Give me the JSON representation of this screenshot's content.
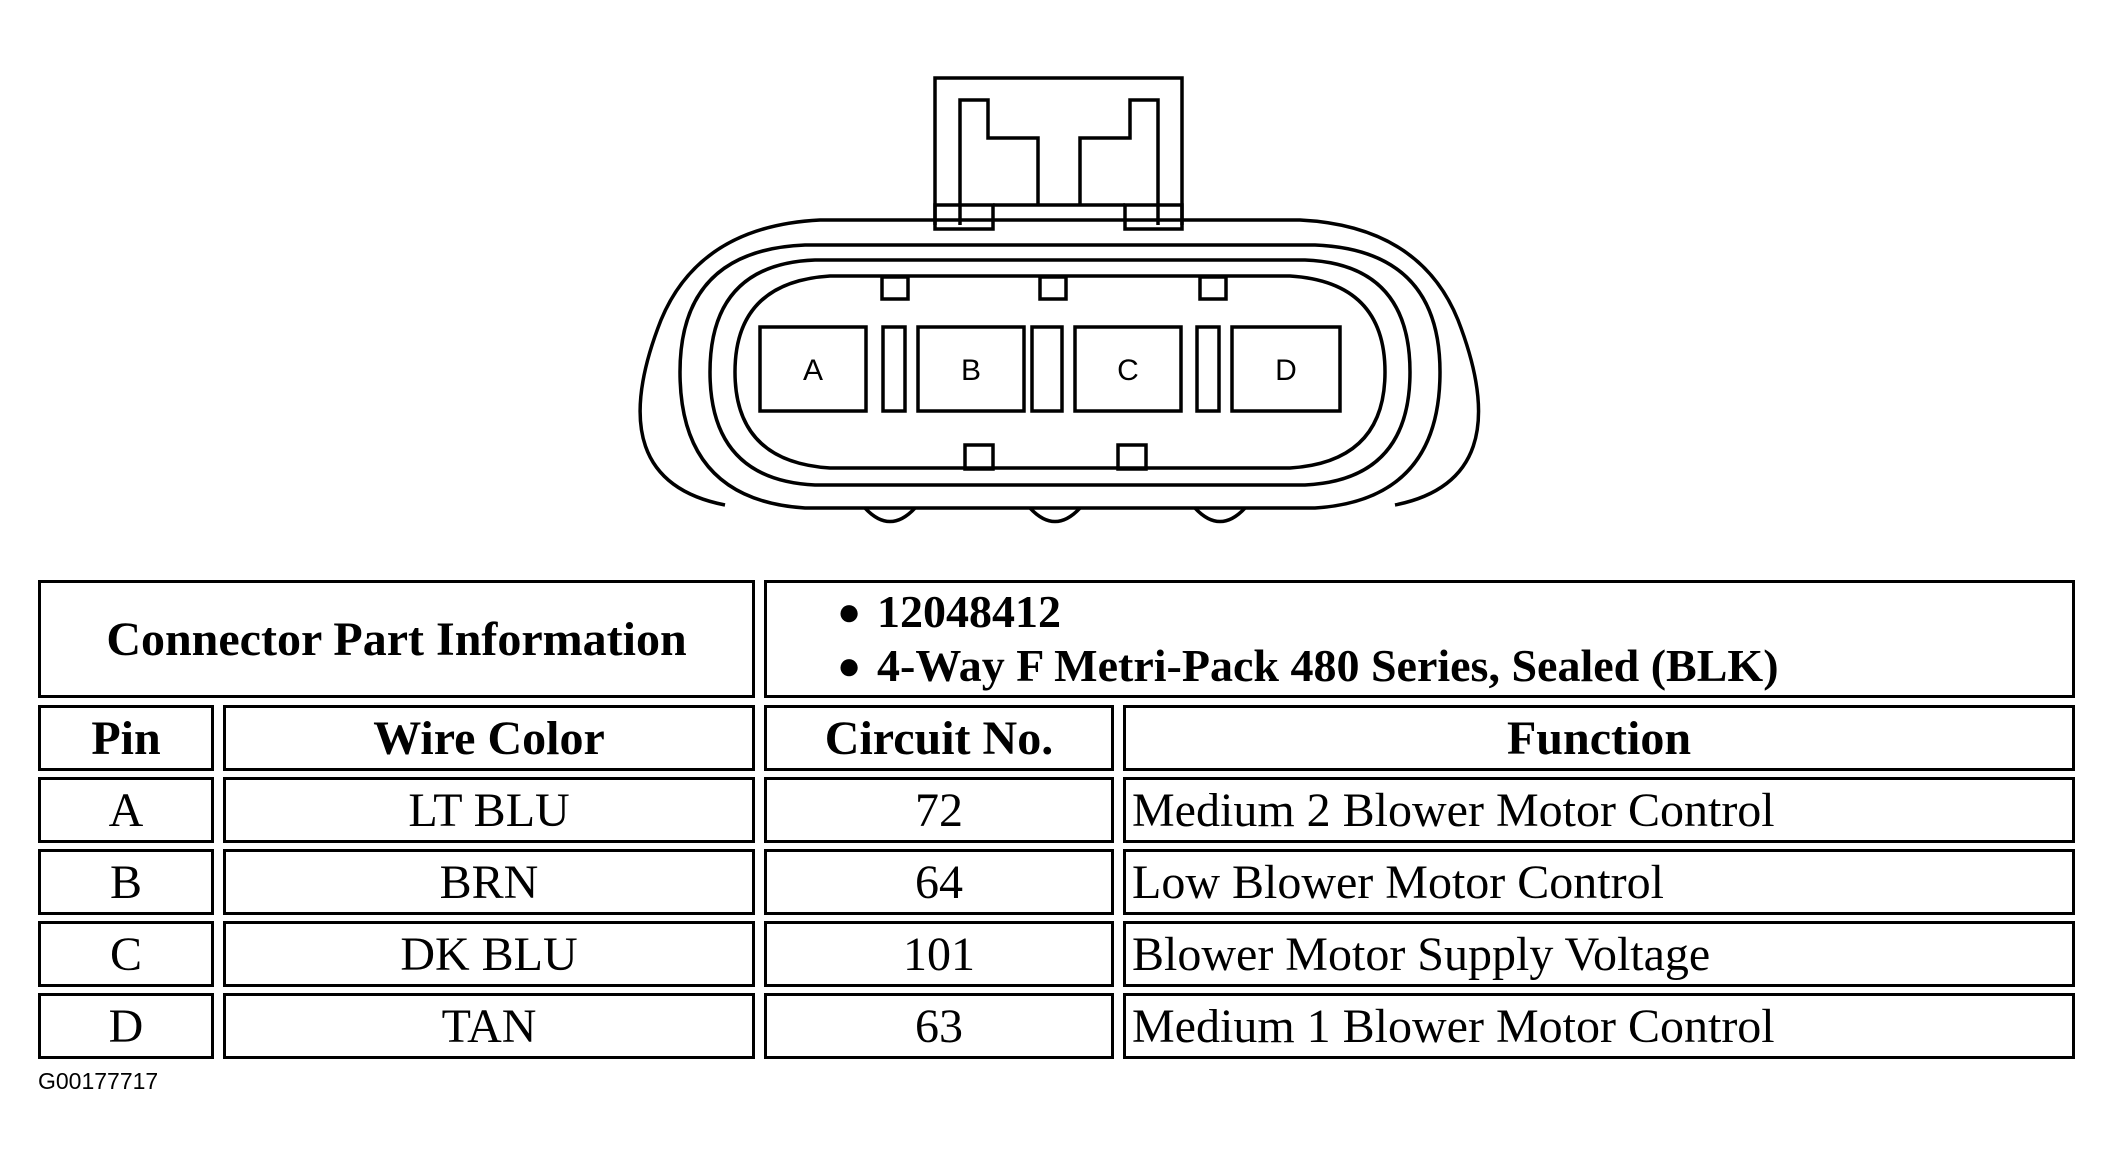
{
  "connector": {
    "pins": [
      "A",
      "B",
      "C",
      "D"
    ]
  },
  "part_info": {
    "label": "Connector Part Information",
    "lines": [
      "12048412",
      "4-Way F Metri-Pack 480 Series, Sealed (BLK)"
    ]
  },
  "table": {
    "headers": {
      "pin": "Pin",
      "wire_color": "Wire Color",
      "circuit": "Circuit No.",
      "function": "Function"
    },
    "rows": [
      {
        "pin": "A",
        "wire_color": "LT BLU",
        "circuit": "72",
        "function": "Medium 2 Blower Motor Control"
      },
      {
        "pin": "B",
        "wire_color": "BRN",
        "circuit": "64",
        "function": "Low Blower Motor Control"
      },
      {
        "pin": "C",
        "wire_color": "DK BLU",
        "circuit": "101",
        "function": "Blower Motor Supply Voltage"
      },
      {
        "pin": "D",
        "wire_color": "TAN",
        "circuit": "63",
        "function": "Medium 1 Blower Motor Control"
      }
    ]
  },
  "figure_id": "G00177717"
}
